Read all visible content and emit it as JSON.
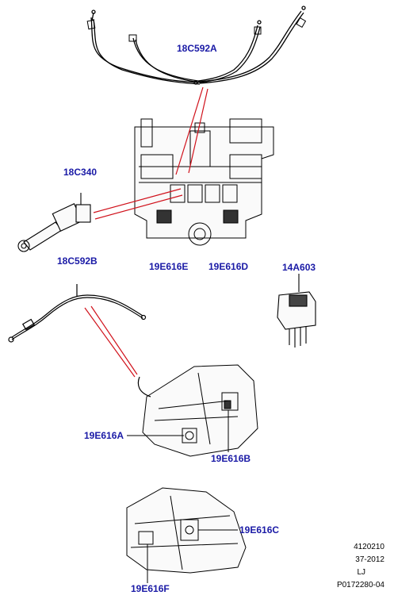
{
  "colors": {
    "callout_text": "#1a1aa6",
    "leader_line": "#d0101a",
    "part_outline": "#000000"
  },
  "callouts": {
    "cable_top": "18C592A",
    "sensor": "18C340",
    "cable_left": "18C592B",
    "actuator_e": "19E616E",
    "actuator_d": "19E616D",
    "resistor": "14A603",
    "actuator_a": "19E616A",
    "actuator_b": "19E616B",
    "actuator_c": "19E616C",
    "actuator_f": "19E616F"
  },
  "reference": {
    "line1": "4120210",
    "line2": "37-2012",
    "line3": "LJ",
    "line4": "P0172280-04"
  }
}
